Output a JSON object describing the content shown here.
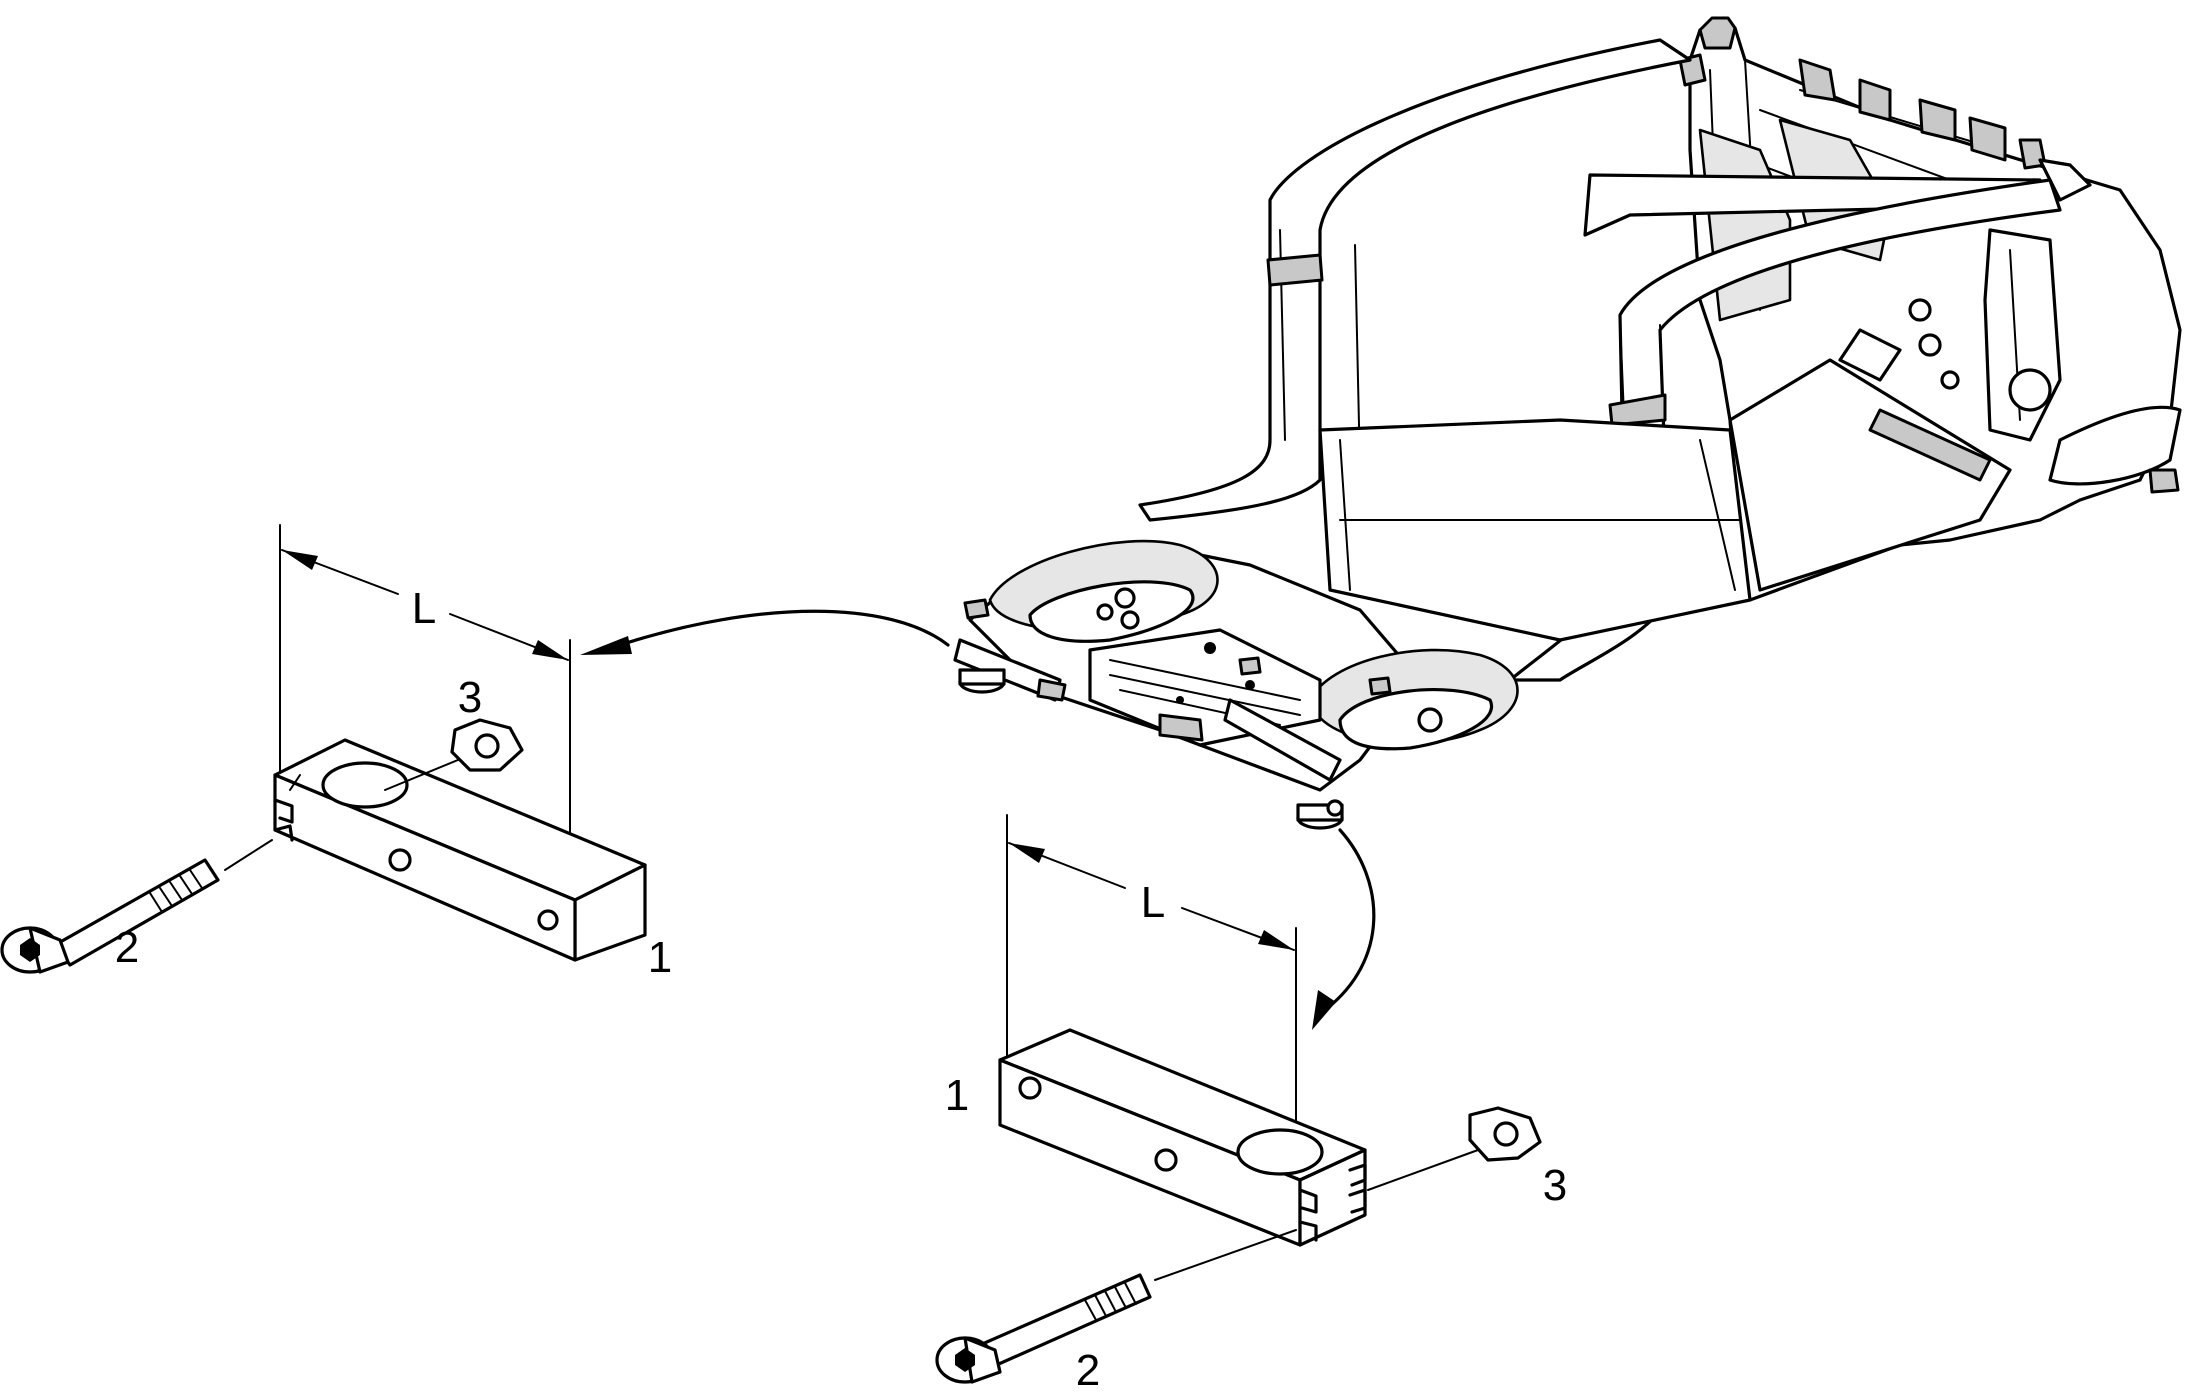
{
  "diagram": {
    "dimension_label": "L",
    "parts": [
      {
        "number": "1",
        "label": "1"
      },
      {
        "number": "2",
        "label": "2"
      },
      {
        "number": "3",
        "label": "3"
      }
    ],
    "left_group": {
      "block_number": "1",
      "bolt_number": "2",
      "nut_number": "3",
      "dimension": "L"
    },
    "right_group": {
      "block_number": "1",
      "bolt_number": "2",
      "nut_number": "3",
      "dimension": "L"
    }
  }
}
